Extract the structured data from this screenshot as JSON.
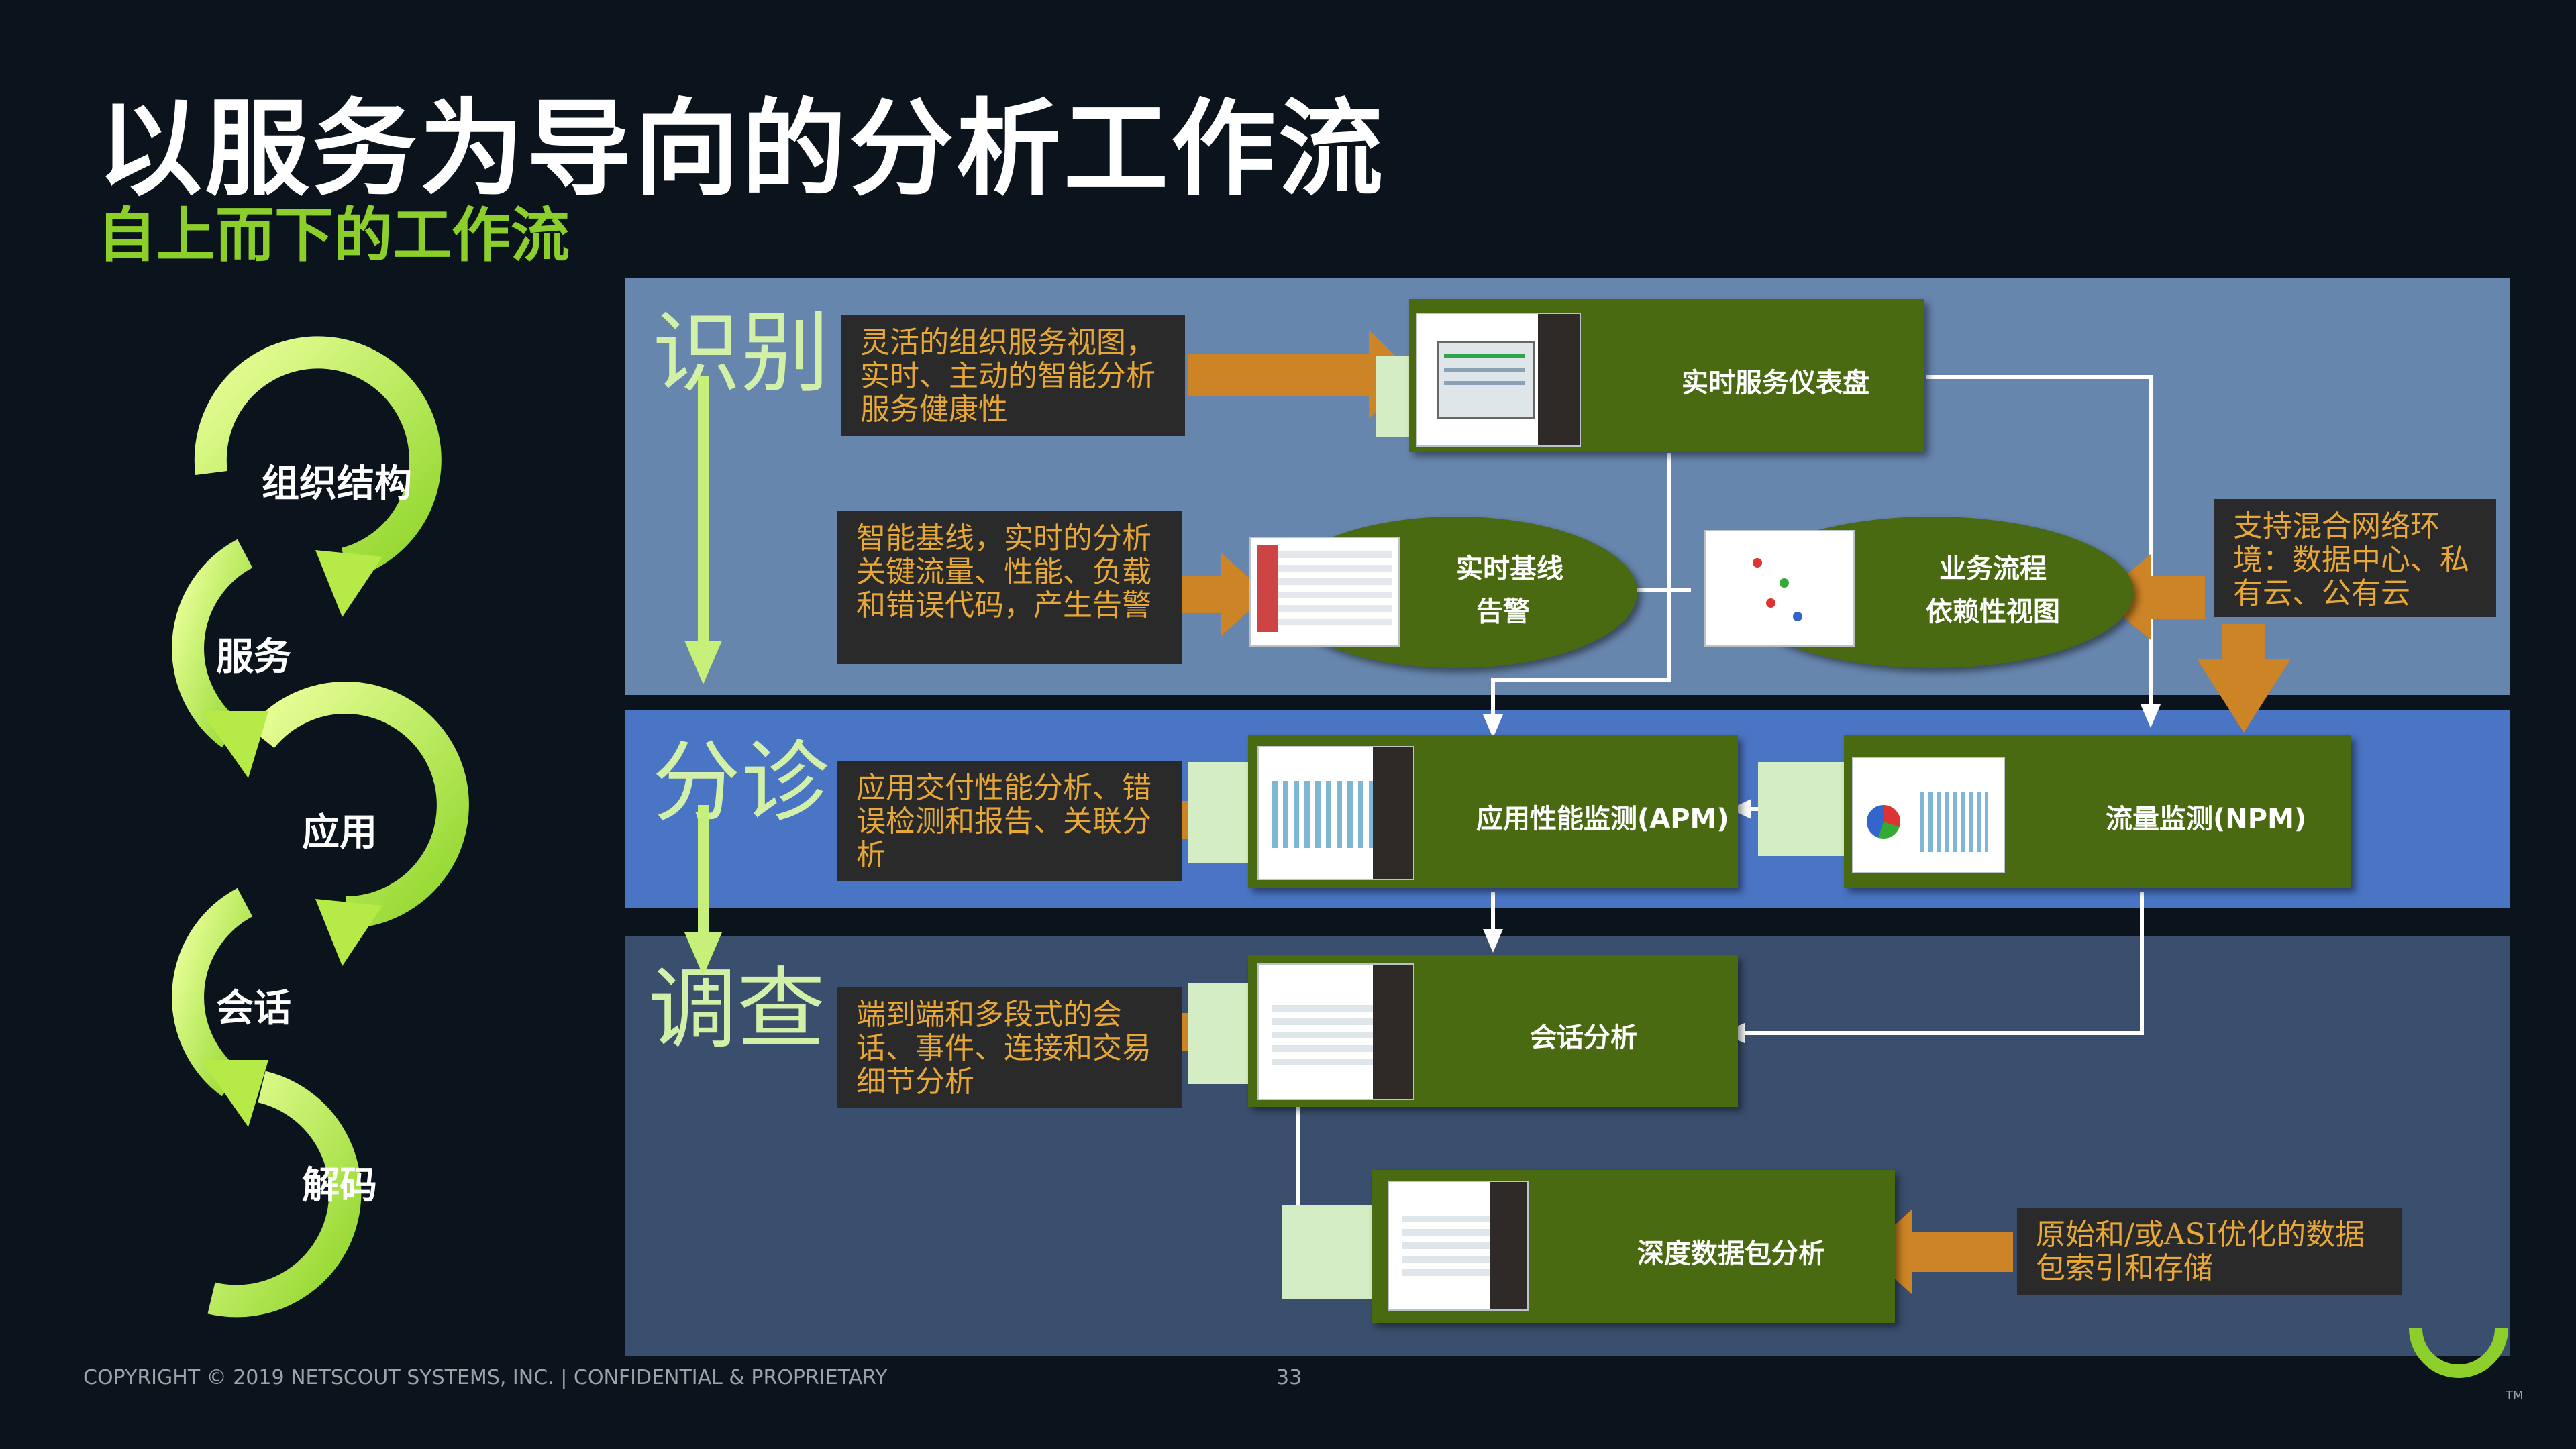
{
  "header": {
    "title": "以服务为导向的分析工作流",
    "subtitle": "自上而下的工作流"
  },
  "cycle": {
    "items": [
      "组织结构",
      "服务",
      "应用",
      "会话",
      "解码"
    ]
  },
  "phases": {
    "identify": "识别",
    "triage": "分诊",
    "investigate": "调查"
  },
  "notes": {
    "org_view": "灵活的组织服务视图，实时、主动的智能分析服务健康性",
    "baseline": "智能基线，实时的分析关键流量、性能、负载和错误代码，产生告警",
    "hybrid": "支持混合网络环境：数据中心、私有云、公有云",
    "apm": "应用交付性能分析、错误检测和报告、关联分析",
    "session": "端到端和多段式的会话、事件、连接和交易细节分析",
    "packet": "原始和/或ASI优化的数据包索引和存储"
  },
  "boxes": {
    "dashboard": "实时服务仪表盘",
    "baseline_line1": "实时基线",
    "baseline_line2": "告警",
    "dependency_line1": "业务流程",
    "dependency_line2": "依赖性视图",
    "apm": "应用性能监测(APM)",
    "npm": "流量监测(NPM)",
    "session": "会话分析",
    "packet": "深度数据包分析"
  },
  "footer": {
    "copyright": "COPYRIGHT © 2019 NETSCOUT SYSTEMS, INC.  |  CONFIDENTIAL & PROPRIETARY",
    "page": "33",
    "tm": "TM"
  },
  "colors": {
    "background": "#0b141c",
    "title_white": "#ffffff",
    "subtitle_green": "#8ccf2b",
    "band_identify": "#6786ad",
    "band_triage": "#4a74c4",
    "band_investigate": "#3a4f6e",
    "box_green": "#4a6a12",
    "note_text": "#e8a838",
    "arrow_orange": "#cc8426"
  }
}
